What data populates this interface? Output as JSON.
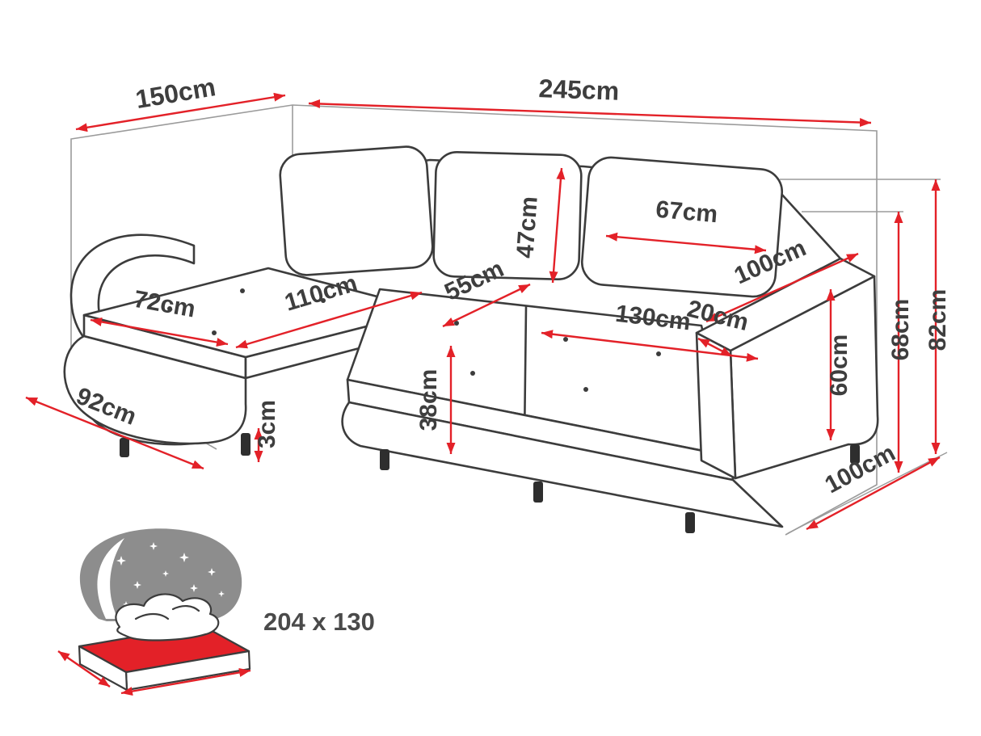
{
  "diagram": {
    "dimensions": {
      "back_width_left": "150cm",
      "back_width_total": "245cm",
      "back_cushion_width": "67cm",
      "back_cushion_height": "47cm",
      "armrest_depth": "100cm",
      "backrest_height": "68cm",
      "total_height": "82cm",
      "chaise_cushion_width": "72cm",
      "chaise_cushion_length": "110cm",
      "seat_depth": "55cm",
      "seat_width": "130cm",
      "armrest_width": "20cm",
      "armrest_height": "60cm",
      "seat_height": "38cm",
      "leg_height": "3cm",
      "chaise_depth": "92cm",
      "sofa_depth": "100cm"
    },
    "sleeping_area": {
      "size": "204 x 130"
    },
    "colors": {
      "dimension_red": "#e32128",
      "outline_dark": "#3c3c3c",
      "wall_gray": "#9b9b9b",
      "icon_gray": "#8d8d8d",
      "label_text": "#3e3e3e"
    }
  }
}
